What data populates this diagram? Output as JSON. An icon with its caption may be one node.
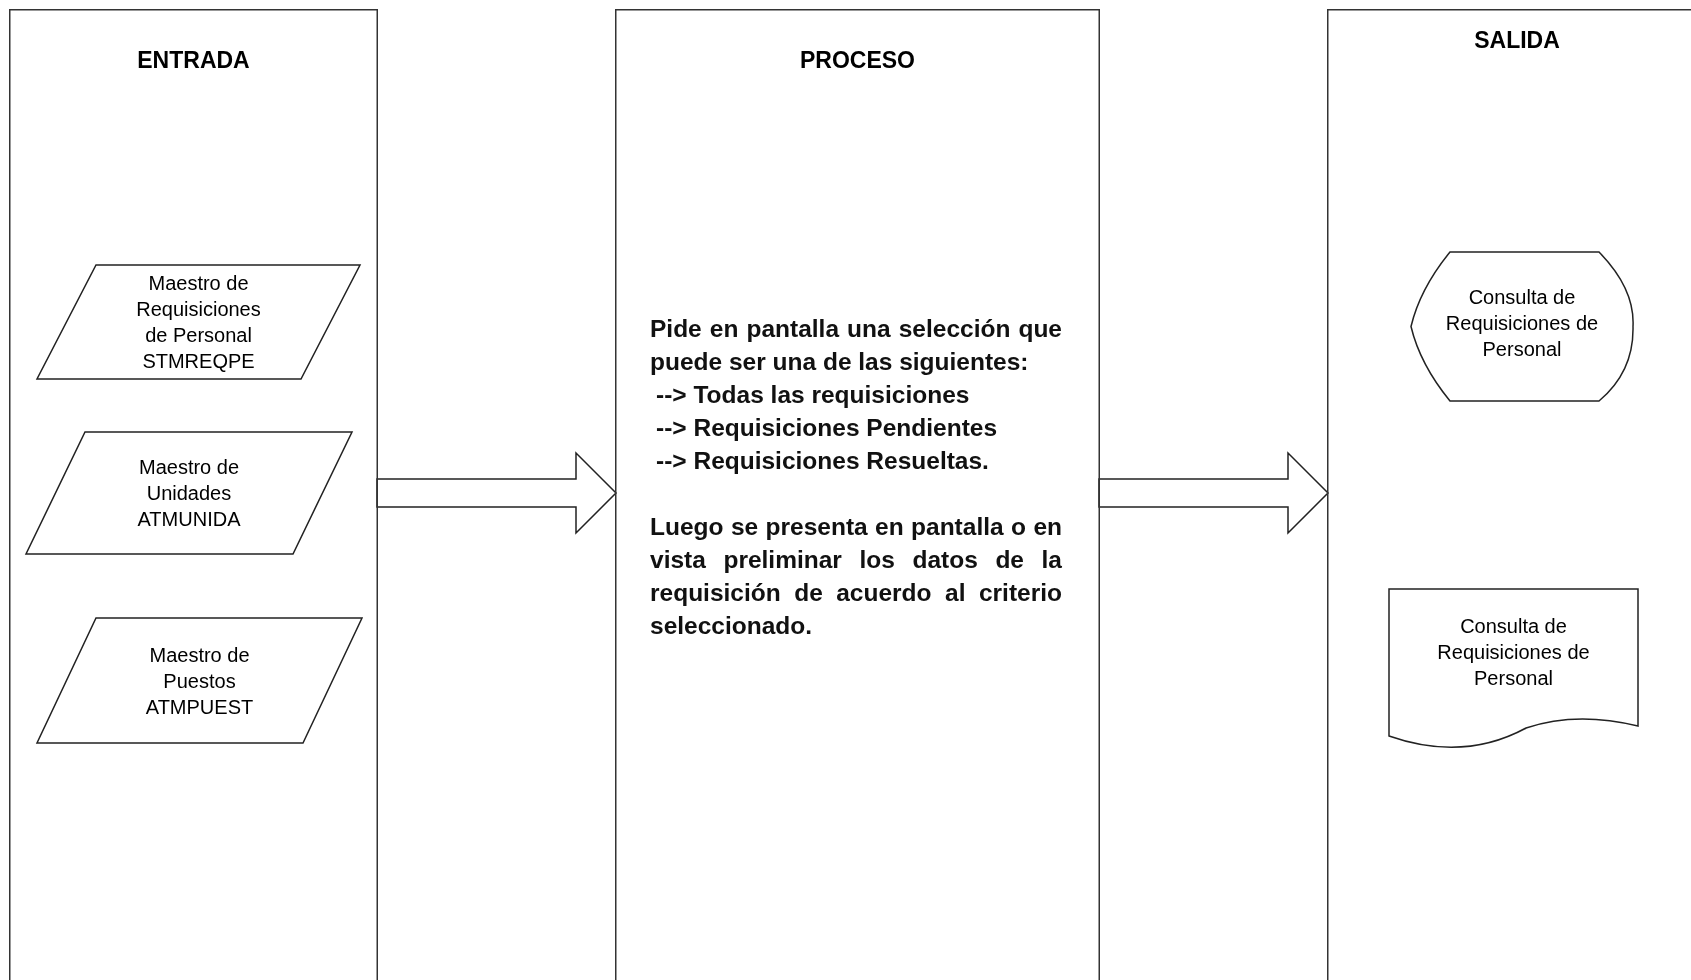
{
  "diagram": {
    "nodes": [
      {
        "text": [
          "ENTRADA"
        ]
      },
      {
        "text": [
          "Maestro de Requisiciones de Personal STMREQPE"
        ],
        "in": 0
      },
      {
        "text": [
          "Maestro de Unidades ATMUNIDA"
        ],
        "in": 0
      },
      {
        "text": [
          "Maestro de Puestos ATMPUEST"
        ],
        "in": 0
      },
      {
        "text": [
          "PROCESO",
          "Pide en pantalla una selección que puede ser una de las siguientes:",
          "--> Todas las requisiciones",
          "--> Requisiciones Pendientes",
          "--> Requisiciones Resueltas.",
          "Luego se presenta en pantalla o en vista preliminar los datos de la requisición de acuerdo al criterio seleccionado."
        ]
      },
      {
        "text": [
          "SALIDA"
        ]
      },
      {
        "text": [
          "Consulta de Requisiciones de Personal"
        ],
        "in": 5
      },
      {
        "text": [
          "Consulta de Requisiciones de Personal"
        ],
        "in": 5
      }
    ],
    "edges": [
      {
        "from": 0,
        "to": 4,
        "arrow": "to",
        "style": "thick"
      },
      {
        "from": 4,
        "to": 5,
        "arrow": "to",
        "style": "thick"
      }
    ]
  }
}
